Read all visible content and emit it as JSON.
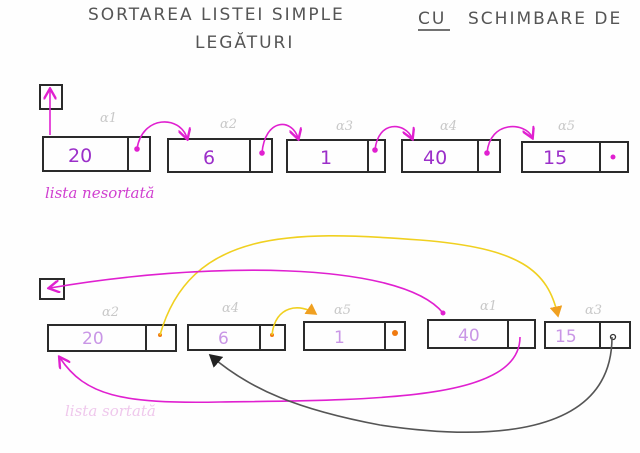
{
  "title": {
    "line1_a": "SORTAREA LISTEI SIMPLE",
    "line1_b": "CU",
    "line1_c": "SCHIMBARE DE",
    "line2": "LEGĂTURI"
  },
  "unsorted": {
    "caption": "lista nesortată",
    "nodes": [
      {
        "value": "20",
        "label": "α1"
      },
      {
        "value": "6",
        "label": "α2"
      },
      {
        "value": "1",
        "label": "α3"
      },
      {
        "value": "40",
        "label": "α4"
      },
      {
        "value": "15",
        "label": "α5"
      }
    ]
  },
  "sorted": {
    "caption": "lista sortată",
    "nodes": [
      {
        "value": "20",
        "label": "α2"
      },
      {
        "value": "6",
        "label": "α4"
      },
      {
        "value": "1",
        "label": "α5"
      },
      {
        "value": "40",
        "label": "α1"
      },
      {
        "value": "15",
        "label": "α3"
      }
    ]
  },
  "colors": {
    "magenta": "#e020d0",
    "yellow": "#f0d020",
    "gray": "#555555",
    "orange": "#f07a10"
  }
}
